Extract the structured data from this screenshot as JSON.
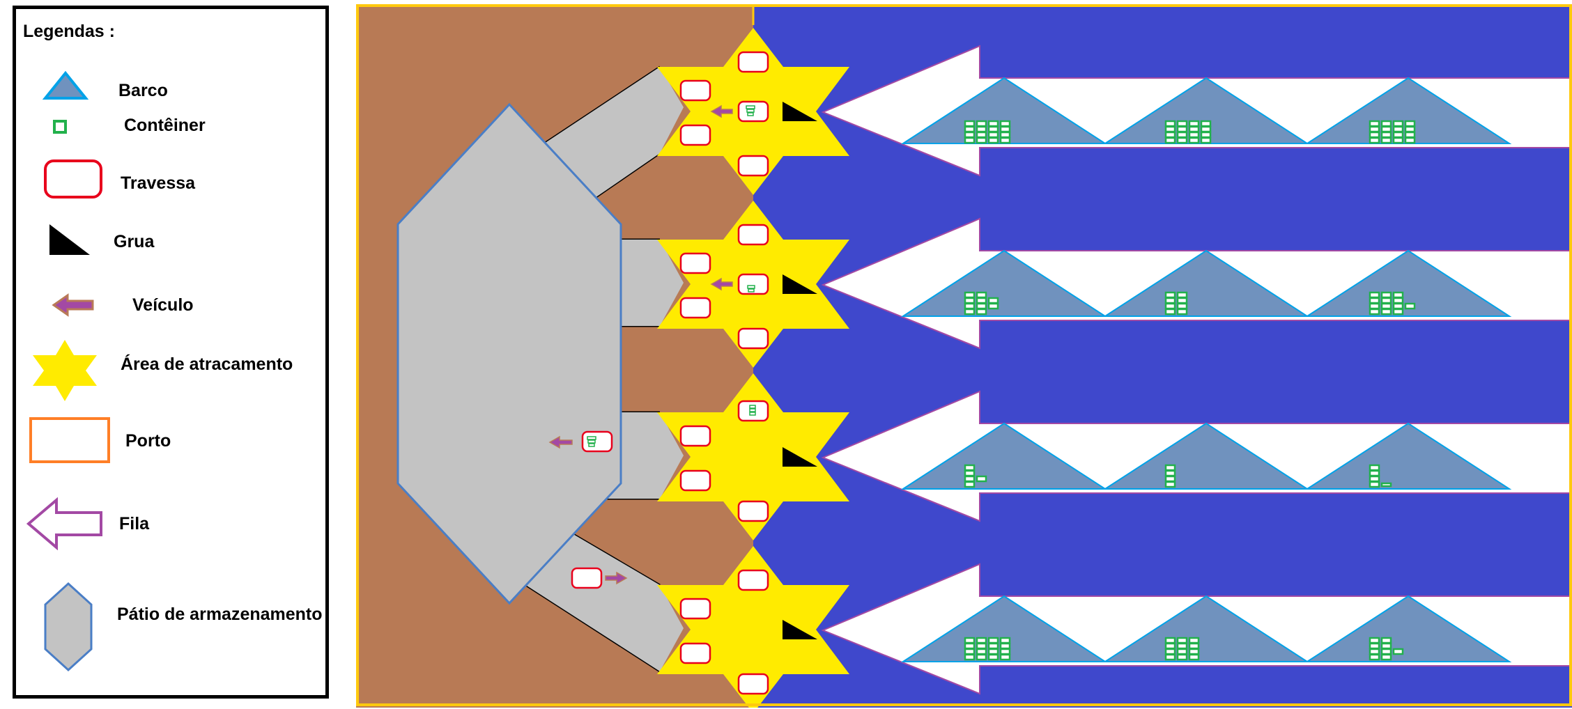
{
  "legend": {
    "title": "Legendas :",
    "items": [
      {
        "key": "barco",
        "label": "Barco",
        "icon": "boat-triangle-icon"
      },
      {
        "key": "conteiner",
        "label": "Contêiner",
        "icon": "container-square-icon"
      },
      {
        "key": "travessa",
        "label": "Travessa",
        "icon": "rounded-rect-icon"
      },
      {
        "key": "grua",
        "label": "Grua",
        "icon": "crane-triangle-icon"
      },
      {
        "key": "veiculo",
        "label": "Veículo",
        "icon": "arrow-left-icon"
      },
      {
        "key": "atracamento",
        "label": "Área de atracamento",
        "icon": "star-icon"
      },
      {
        "key": "porto",
        "label": "Porto",
        "icon": "orange-rect-icon"
      },
      {
        "key": "fila",
        "label": "Fila",
        "icon": "outline-arrow-icon"
      },
      {
        "key": "patio",
        "label": "Pátio de armazenamento",
        "icon": "hexagon-icon"
      }
    ]
  },
  "colors": {
    "land": "#b87a55",
    "water": "#3f48cc",
    "yard": "#c3c3c3",
    "yard_border": "#4a7ec6",
    "berth": "#ffeb00",
    "boat": "#7092be",
    "boat_border": "#00a2e8",
    "container": "#22b14c",
    "tray_border": "#e8001c",
    "crane": "#000000",
    "vehicle": "#a349a4",
    "vehicle_border": "#b97a57",
    "queue": "#a349a4",
    "port_border": "#ffc90e",
    "legend_port_border": "#ff7f27"
  }
}
